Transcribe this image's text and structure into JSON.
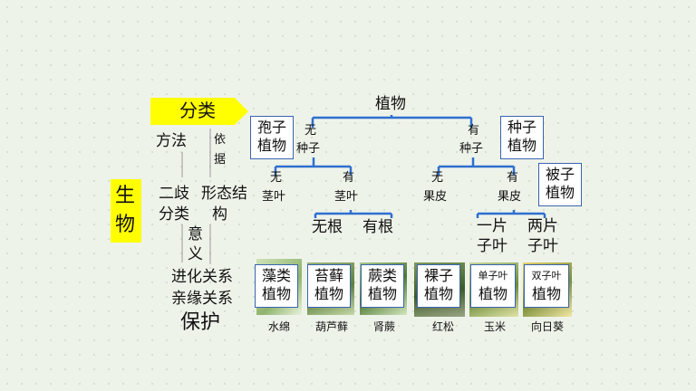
{
  "left": {
    "classify_label": "分类",
    "method": "方法",
    "basis_chars": [
      "依",
      "据"
    ],
    "dichotomy": [
      "二歧",
      "分类"
    ],
    "morphology": [
      "形态结",
      "构"
    ],
    "meaning_chars": [
      "意",
      "义"
    ],
    "evolution": "进化关系",
    "kinship": "亲缘关系",
    "protection": "保护",
    "organism_chars": [
      "生",
      "物"
    ]
  },
  "tree": {
    "root": "植物",
    "no_seed": [
      "无",
      "种子"
    ],
    "has_seed": [
      "有",
      "种子"
    ],
    "spore_plants": [
      "孢子",
      "植物"
    ],
    "seed_plants": [
      "种子",
      "植物"
    ],
    "no_stem_leaf": [
      "无",
      "茎叶"
    ],
    "has_stem_leaf": [
      "有",
      "茎叶"
    ],
    "no_root": "无根",
    "has_root": "有根",
    "no_pericarp": [
      "无",
      "果皮"
    ],
    "has_pericarp": [
      "有",
      "果皮"
    ],
    "angiosperm": [
      "被子",
      "植物"
    ],
    "one_cotyledon": [
      "一片",
      "子叶"
    ],
    "two_cotyledons": [
      "两片",
      "子叶"
    ]
  },
  "groups": [
    {
      "top": "藻类",
      "bottom": "植物",
      "example": "水绵",
      "small": false
    },
    {
      "top": "苔藓",
      "bottom": "植物",
      "example": "葫芦藓",
      "small": false
    },
    {
      "top": "蕨类",
      "bottom": "植物",
      "example": "肾蕨",
      "small": false
    },
    {
      "top": "裸子",
      "bottom": "植物",
      "example": "红松",
      "small": false
    },
    {
      "top": "单子叶",
      "bottom": "植物",
      "example": "玉米",
      "small": true
    },
    {
      "top": "双子叶",
      "bottom": "植物",
      "example": "向日葵",
      "small": true
    }
  ],
  "colors": {
    "line": "#2f6fd0",
    "box_border": "#3a64b0",
    "highlight": "#ffff00"
  }
}
